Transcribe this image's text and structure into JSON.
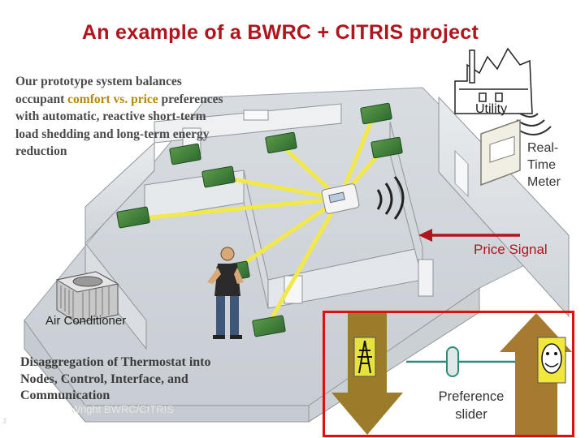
{
  "slide": {
    "title": "An example of a BWRC + CITRIS project",
    "description_parts": [
      "Our prototype system balances occupant ",
      "comfort vs. price",
      " preferences with automatic, reactive short-term load shedding and long-term energy reduction"
    ],
    "disaggregation_text": "Disaggregation of Thermostat into Nodes, Control, Interface, and Communication",
    "footer": "Wright BWRC/CITRIS",
    "slide_number": "3"
  },
  "diagram": {
    "utility_label": "Utility",
    "meter_label": "Real-Time Meter",
    "price_signal_label": "Price Signal",
    "ac_label": "Air Conditioner",
    "preference_label": "Preference slider"
  },
  "colors": {
    "title": "#b0141c",
    "highlight": "#b8860b",
    "price_signal": "#b0141c",
    "link_lines": "#f2e84a",
    "panel_border": "#e01010",
    "arrow_down": "#9a7c2a",
    "arrow_up": "#a67a30",
    "slider_track": "#2f8a78"
  },
  "icons": [
    "utility-plant-icon",
    "signal-waves-icon",
    "meter-icon",
    "thermostat-icon",
    "sensor-node-icon",
    "air-conditioner-icon",
    "person-icon",
    "transmission-tower-icon",
    "smiley-face-icon"
  ]
}
